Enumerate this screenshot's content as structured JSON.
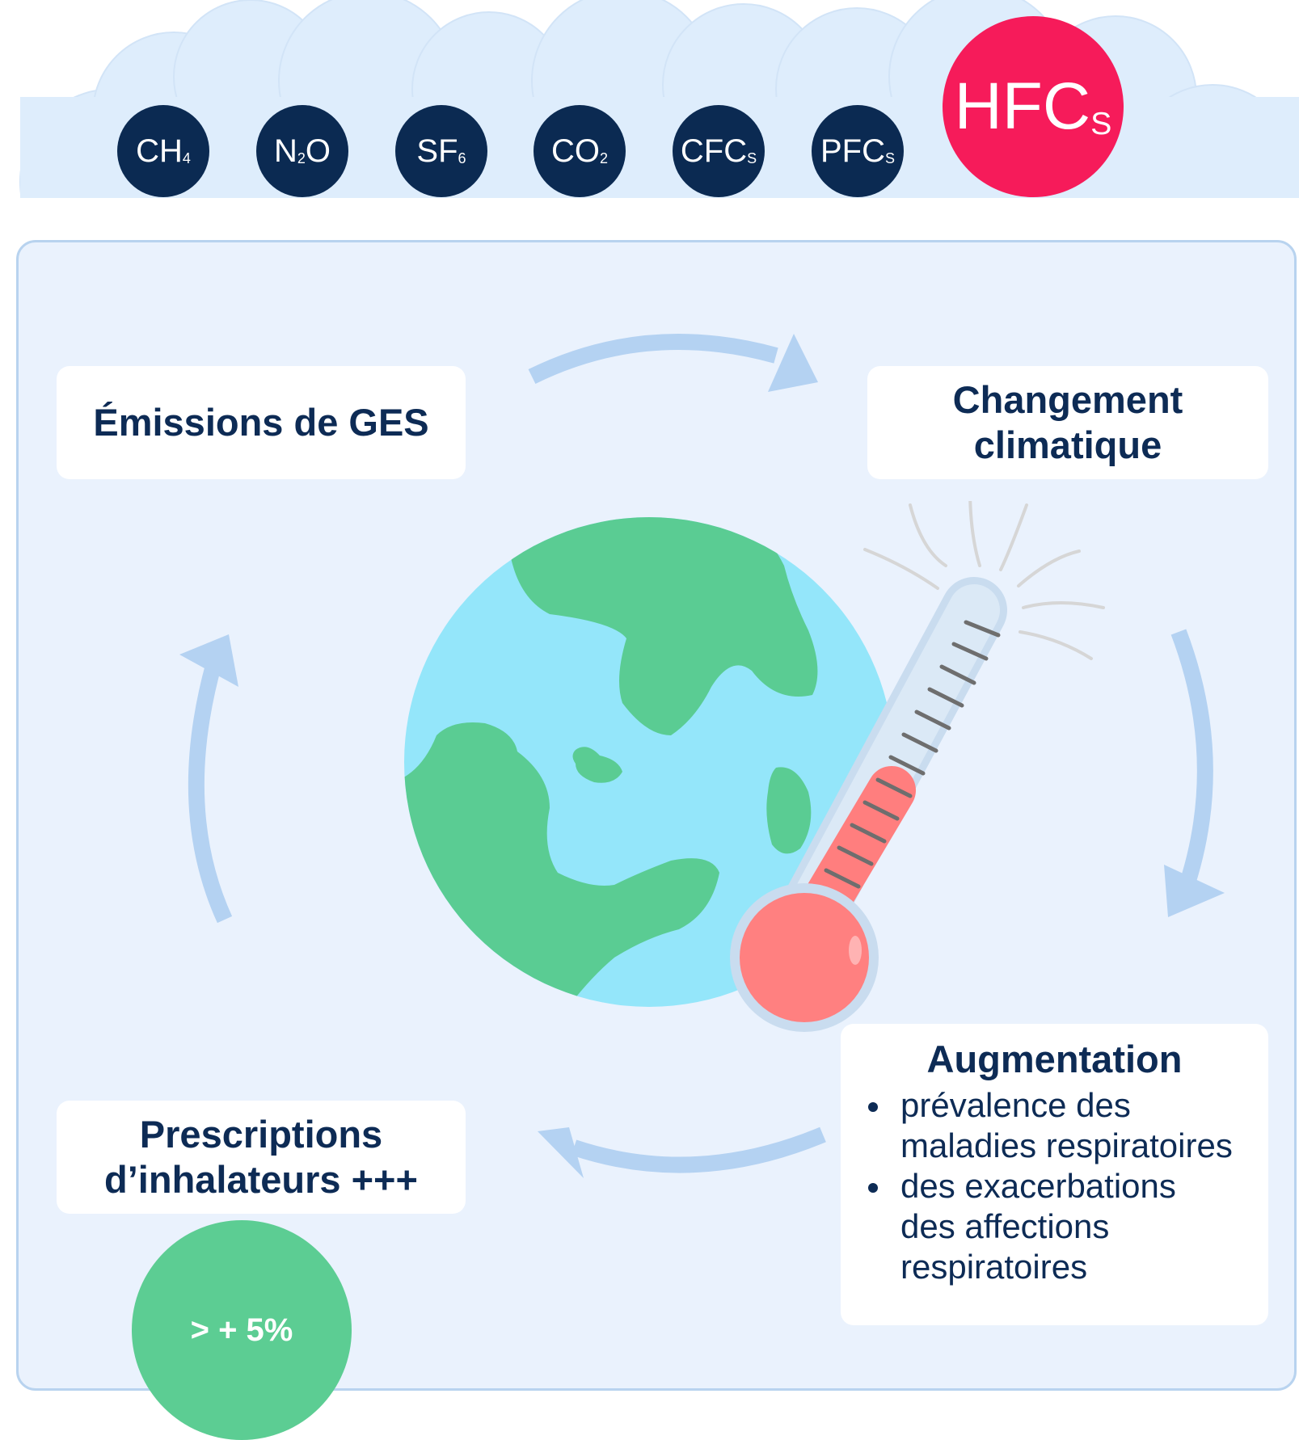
{
  "gases": [
    {
      "base": "CH",
      "sub": "4",
      "after": ""
    },
    {
      "base": "N",
      "sub": "2",
      "after": "O"
    },
    {
      "base": "SF",
      "sub": "6",
      "after": ""
    },
    {
      "base": "CO",
      "sub": "2",
      "after": ""
    },
    {
      "base": "CFC",
      "sub": "S",
      "after": ""
    },
    {
      "base": "PFC",
      "sub": "S",
      "after": ""
    }
  ],
  "highlight_gas": {
    "base": "HFC",
    "sub": "S",
    "color": "#f61b5a"
  },
  "cycle": {
    "emissions": "Émissions de GES",
    "climate_line1": "Changement",
    "climate_line2": "climatique",
    "augment_title": "Augmentation",
    "augment_bullets": [
      {
        "line1": "prévalence des",
        "line2": "maladies respiratoires",
        "line3": ""
      },
      {
        "line1": "des exacerbations",
        "line2": "des affections",
        "line3": "respiratoires"
      }
    ],
    "prescriptions_line1": "Prescriptions",
    "prescriptions_line2": "d’inhalateurs +++",
    "stat": "> + 5%"
  },
  "colors": {
    "navy": "#0b2a52",
    "accent_pink": "#f61b5a",
    "green": "#5ccd93",
    "ocean": "#94e6fa",
    "arrow": "#b4d2f2",
    "panel": "#eaf2fd",
    "cloud": "#deedfc"
  }
}
